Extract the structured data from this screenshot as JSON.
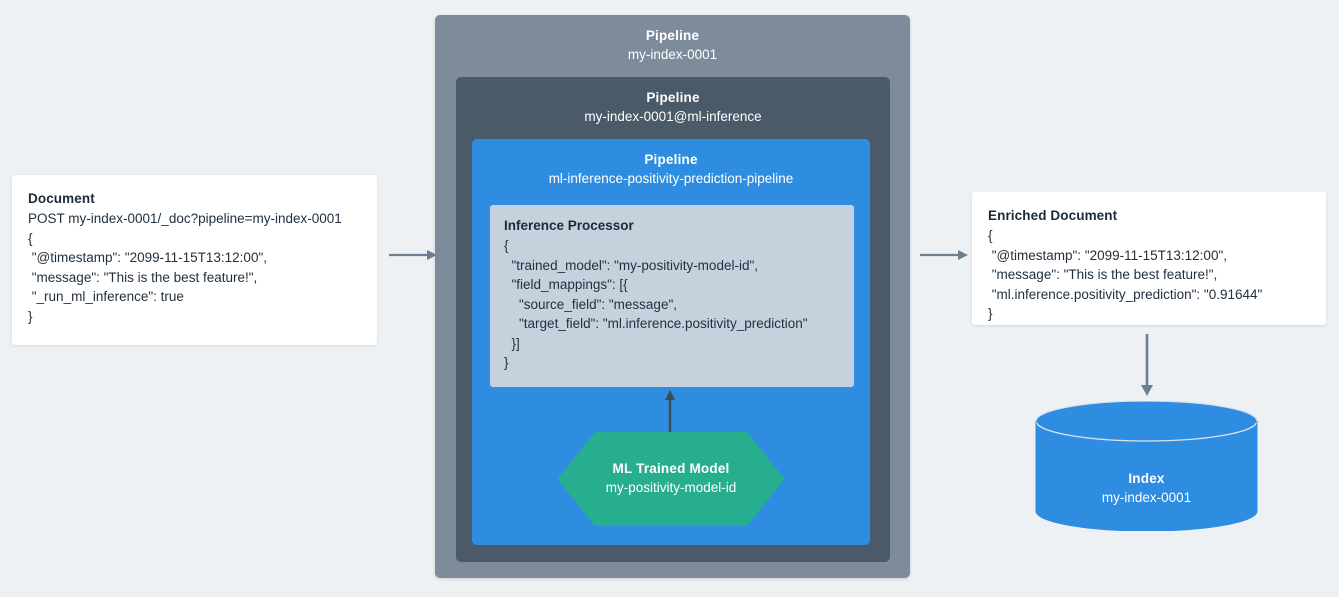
{
  "diagram": {
    "background_color": "#eef1f4",
    "accent_blue": "#2e8de1",
    "accent_green": "#27ae8f",
    "gray_outer": "#7d8b9b",
    "gray_mid": "#4a5a68",
    "processor_gray": "#c5d2de",
    "arrow_color": "#6b7f91"
  },
  "document_card": {
    "title": "Document",
    "lines": [
      "POST my-index-0001/_doc?pipeline=my-index-0001",
      "{",
      " \"@timestamp\": \"2099-11-15T13:12:00\",",
      " \"message\": \"This is the best feature!\",",
      " \"_run_ml_inference\": true",
      "}"
    ]
  },
  "pipeline_outer": {
    "title": "Pipeline",
    "name": "my-index-0001"
  },
  "pipeline_mid": {
    "title": "Pipeline",
    "name": "my-index-0001@ml-inference"
  },
  "pipeline_inner": {
    "title": "Pipeline",
    "name": "ml-inference-positivity-prediction-pipeline"
  },
  "inference_processor": {
    "title": "Inference Processor",
    "lines": [
      "{",
      "  \"trained_model\": \"my-positivity-model-id\",",
      "  \"field_mappings\": [{",
      "    \"source_field\": \"message\",",
      "    \"target_field\": \"ml.inference.positivity_prediction\"",
      "  }]",
      "}"
    ]
  },
  "ml_model": {
    "title": "ML Trained Model",
    "name": "my-positivity-model-id"
  },
  "enriched_document_card": {
    "title": "Enriched Document",
    "lines": [
      "{",
      " \"@timestamp\": \"2099-11-15T13:12:00\",",
      " \"message\": \"This is the best feature!\",",
      " \"ml.inference.positivity_prediction\": \"0.91644\"",
      "}"
    ]
  },
  "index_store": {
    "title": "Index",
    "name": "my-index-0001"
  },
  "arrows": {
    "document_to_pipeline": "arrow-right",
    "pipeline_to_enriched": "arrow-right",
    "model_to_processor": "arrow-up",
    "enriched_to_index": "arrow-down"
  }
}
